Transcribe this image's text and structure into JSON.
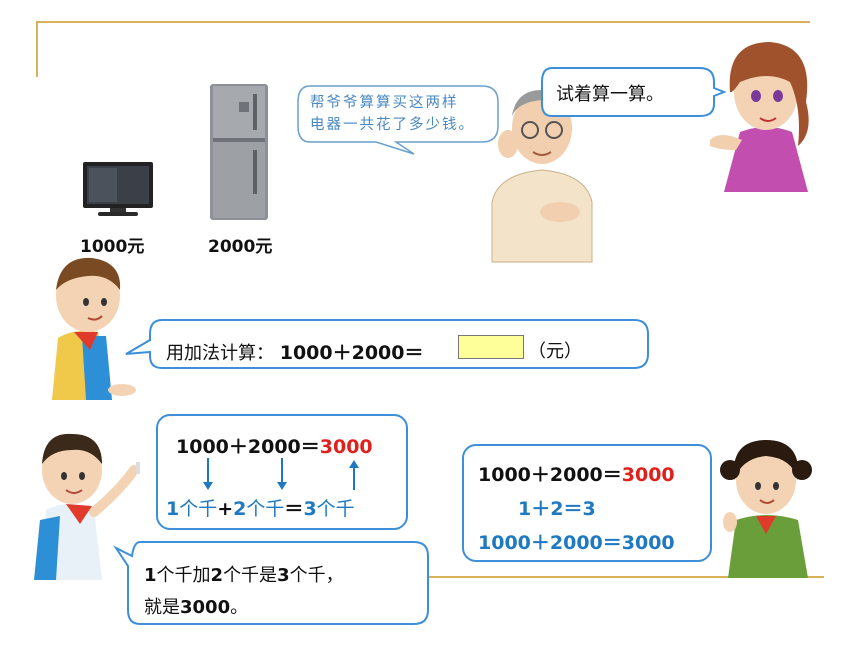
{
  "items": {
    "tv_price": "1000元",
    "fridge_price": "2000元"
  },
  "grandpa": {
    "line1": "帮爷爷算算买这两样",
    "line2": "电器一共花了多少钱。"
  },
  "teacher": {
    "text": "试着算一算。"
  },
  "addition": {
    "prefix": "用加法计算：",
    "equation": "1000＋2000＝",
    "unit": "（元）"
  },
  "method1": {
    "eq_left": "1000＋2000＝",
    "eq_result": "3000",
    "c1_num": "1",
    "c1_unit": "个千",
    "plus": "+",
    "c2_num": "2",
    "c2_unit": "个千",
    "eq": "＝",
    "c3_num": "3",
    "c3_unit": "个千"
  },
  "explain": {
    "p1_num": "1",
    "p1_text": "个千加",
    "p2_num": "2",
    "p2_text": "个千是",
    "p3_num": "3",
    "p3_text": "个千，",
    "line2_a": "就是",
    "line2_num": "3000",
    "line2_b": "。"
  },
  "method2": {
    "line1_left": "1000＋2000＝",
    "line1_result": "3000",
    "line2": "1＋2＝3",
    "line3": "1000＋2000＝3000"
  },
  "colors": {
    "accent_blue": "#3c8fd8",
    "answer_red": "#e0201a",
    "text_blue": "#1f78c2",
    "answer_box": "#ffff99",
    "rule_gold": "#d8b25a"
  }
}
